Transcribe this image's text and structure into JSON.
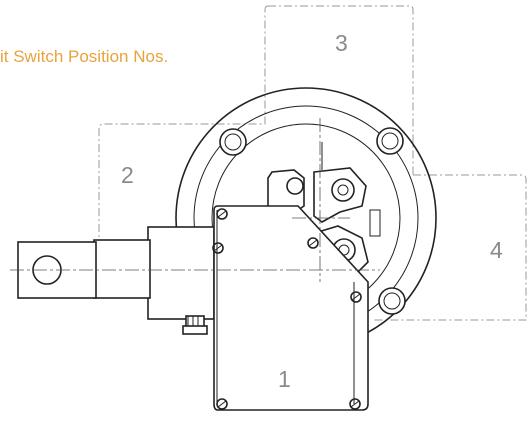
{
  "diagram": {
    "caption": "it Switch Position Nos.",
    "positions": [
      "1",
      "2",
      "3",
      "4"
    ],
    "colors": {
      "caption": "#e8a33d",
      "labels": "#8a8a8a",
      "lines": "#222222",
      "zones": "#9a9a9a"
    }
  }
}
